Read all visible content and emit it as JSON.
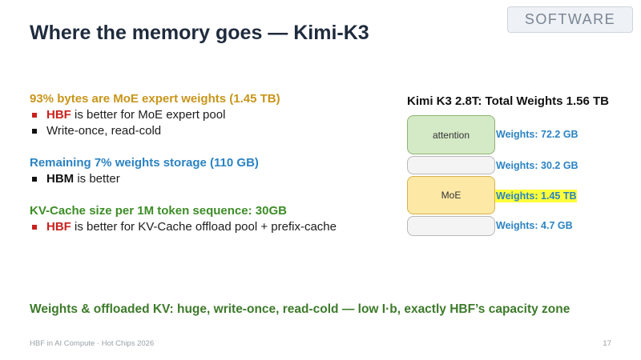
{
  "badge": "SOFTWARE",
  "title": "Where the memory goes — Kimi-K3",
  "sections": [
    {
      "heading": "93% bytes are MoE expert weights (1.45 TB)",
      "bullets": [
        {
          "keyword": "HBF",
          "text": " is better for MoE expert pool"
        },
        {
          "keyword": "",
          "text": "Write-once, read-cold"
        }
      ]
    },
    {
      "heading": "Remaining 7% weights storage (110 GB)",
      "bullets": [
        {
          "keyword": "HBM",
          "text": " is better"
        }
      ]
    },
    {
      "heading": "KV-Cache size per 1M token sequence: 30GB",
      "bullets": [
        {
          "keyword": "HBF",
          "text": " is better for KV-Cache offload pool + prefix-cache"
        }
      ]
    }
  ],
  "diagram": {
    "title": "Kimi K3 2.8T: Total Weights 1.56 TB",
    "blocks": [
      {
        "label": "attention",
        "weights": "Weights: 72.2 GB"
      },
      {
        "label": "",
        "weights": "Weights: 30.2 GB"
      },
      {
        "label": "MoE",
        "weights": "Weights: 1.45 TB"
      },
      {
        "label": "",
        "weights": "Weights: 4.7 GB"
      }
    ]
  },
  "takeaway": "Weights & offloaded KV: huge, write-once, read-cold — low I·b, exactly HBF’s capacity zone",
  "footer": "HBF in AI Compute · Hot Chips 2026",
  "page_number": "17",
  "colors": {
    "heading_gold": "#c8951a",
    "heading_blue": "#2b83c3",
    "heading_green": "#3d8d27",
    "keyword_red": "#c9211e",
    "highlight": "#ffff3a"
  }
}
